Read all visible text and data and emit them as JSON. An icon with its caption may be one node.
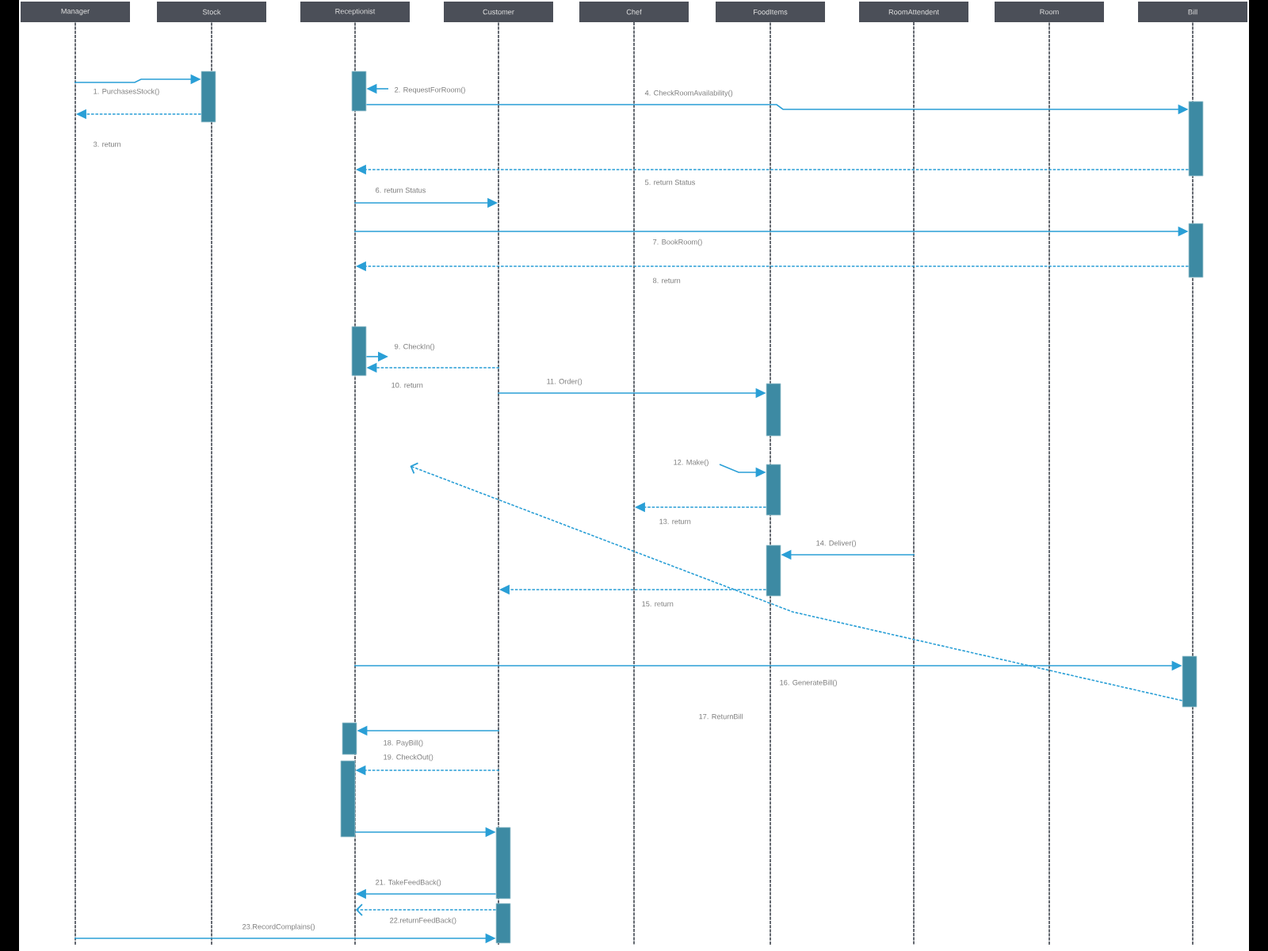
{
  "diagram": {
    "nodes": [
      {
        "text": [
          "Manager"
        ]
      },
      {
        "text": [
          "Stock"
        ]
      },
      {
        "text": [
          "Receptionist"
        ]
      },
      {
        "text": [
          "Customer"
        ]
      },
      {
        "text": [
          "Chef"
        ]
      },
      {
        "text": [
          "FoodItems"
        ]
      },
      {
        "text": [
          "RoomAttendent"
        ]
      },
      {
        "text": [
          "Room"
        ]
      },
      {
        "text": [
          "Bill"
        ]
      },
      {
        "text": [],
        "shape": "bar",
        "in": 1
      },
      {
        "text": [],
        "shape": "bar",
        "in": 2
      },
      {
        "text": [],
        "shape": "bar",
        "in": 8
      },
      {
        "text": [],
        "shape": "bar",
        "in": 8
      },
      {
        "text": [],
        "shape": "bar",
        "in": 2
      },
      {
        "text": [],
        "shape": "bar",
        "in": 5
      },
      {
        "text": [],
        "shape": "bar",
        "in": 5
      },
      {
        "text": [],
        "shape": "bar",
        "in": 5
      },
      {
        "text": [],
        "shape": "bar",
        "in": 8
      },
      {
        "text": [],
        "shape": "bar",
        "in": 2
      },
      {
        "text": [],
        "shape": "bar",
        "in": 2
      },
      {
        "text": [],
        "shape": "bar",
        "in": 3
      },
      {
        "text": [],
        "shape": "bar",
        "in": 3
      },
      {
        "text": [],
        "shape": "line"
      },
      {
        "text": [],
        "shape": "line"
      }
    ],
    "edges": [
      {
        "from": 0,
        "to": 9,
        "arrow": "to",
        "label": "1. PurchasesStock()"
      },
      {
        "from": 9,
        "to": 0,
        "arrow": "to",
        "style": "dashed",
        "label": "3. return"
      },
      {
        "from": null,
        "to": 10,
        "arrow": "to",
        "label": "2. RequestForRoom()"
      },
      {
        "from": 10,
        "to": 11,
        "arrow": "to",
        "label": "4. CheckRoomAvailability()"
      },
      {
        "from": 11,
        "to": 2,
        "arrow": "to",
        "style": "dashed",
        "label": "5. return Status"
      },
      {
        "from": 2,
        "to": 3,
        "arrow": "to",
        "label": "6. return Status"
      },
      {
        "from": 2,
        "to": 12,
        "arrow": "to",
        "label": "7. BookRoom()"
      },
      {
        "from": 12,
        "to": 2,
        "arrow": "to",
        "style": "dashed",
        "label": "8. return"
      },
      {
        "from": 13,
        "to": null,
        "arrow": "to",
        "label": "9. CheckIn()"
      },
      {
        "from": 3,
        "to": 13,
        "arrow": "to",
        "style": "dashed",
        "label": "10. return"
      },
      {
        "from": 3,
        "to": 14,
        "arrow": "to",
        "label": "11. Order()"
      },
      {
        "from": null,
        "to": 15,
        "arrow": "to",
        "label": "12. Make()"
      },
      {
        "from": 15,
        "to": 22,
        "arrow": "to",
        "style": "dashed",
        "label": "13. return"
      },
      {
        "from": 23,
        "to": 16,
        "arrow": "to",
        "label": "14. Deliver()"
      },
      {
        "from": 16,
        "to": 3,
        "arrow": "to",
        "style": "dashed",
        "label": "15. return"
      },
      {
        "from": 2,
        "to": 17,
        "arrow": "to",
        "label": "16. GenerateBill()"
      },
      {
        "from": 17,
        "to": 2,
        "arrow": "to",
        "style": "dashed"
      },
      {
        "from": 3,
        "to": 18,
        "arrow": "to",
        "label": "18. PayBill()"
      },
      {
        "from": 3,
        "to": 19,
        "arrow": "to",
        "style": "dashed",
        "label": "19. CheckOut()"
      },
      {
        "from": 19,
        "to": 20,
        "arrow": "to"
      },
      {
        "from": 20,
        "to": 2,
        "arrow": "to",
        "label": "21. TakeFeedBack()"
      },
      {
        "from": 21,
        "to": 2,
        "arrow": "to",
        "style": "dashed",
        "label": "22.returnFeedBack()"
      },
      {
        "from": 0,
        "to": 21,
        "arrow": "to",
        "label": "23.RecordComplains()"
      }
    ],
    "labels": [
      "17. ReturnBill"
    ]
  }
}
